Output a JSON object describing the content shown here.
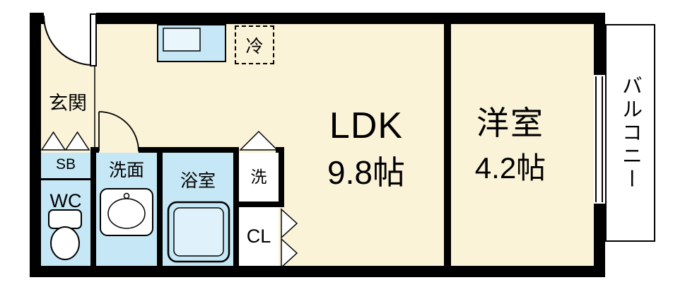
{
  "plan_title": "apartment-floor-plan",
  "colors": {
    "wall": "#000000",
    "room_cream": "#FBF3D8",
    "room_blue": "#C6E7F5",
    "white": "#FFFFFF"
  },
  "rooms": {
    "genkan": {
      "label": "玄関"
    },
    "shoe_box": {
      "label": "SB"
    },
    "toilet": {
      "label": "WC"
    },
    "washroom": {
      "label": "洗面"
    },
    "bathroom": {
      "label": "浴室"
    },
    "laundry": {
      "label": "洗"
    },
    "closet": {
      "label": "CL"
    },
    "ldk": {
      "label": "LDK",
      "size": "9.8帖"
    },
    "western_room": {
      "label": "洋室",
      "size": "4.2帖"
    },
    "balcony": {
      "label": "バルコニー"
    },
    "refrigerator": {
      "label": "冷"
    }
  }
}
